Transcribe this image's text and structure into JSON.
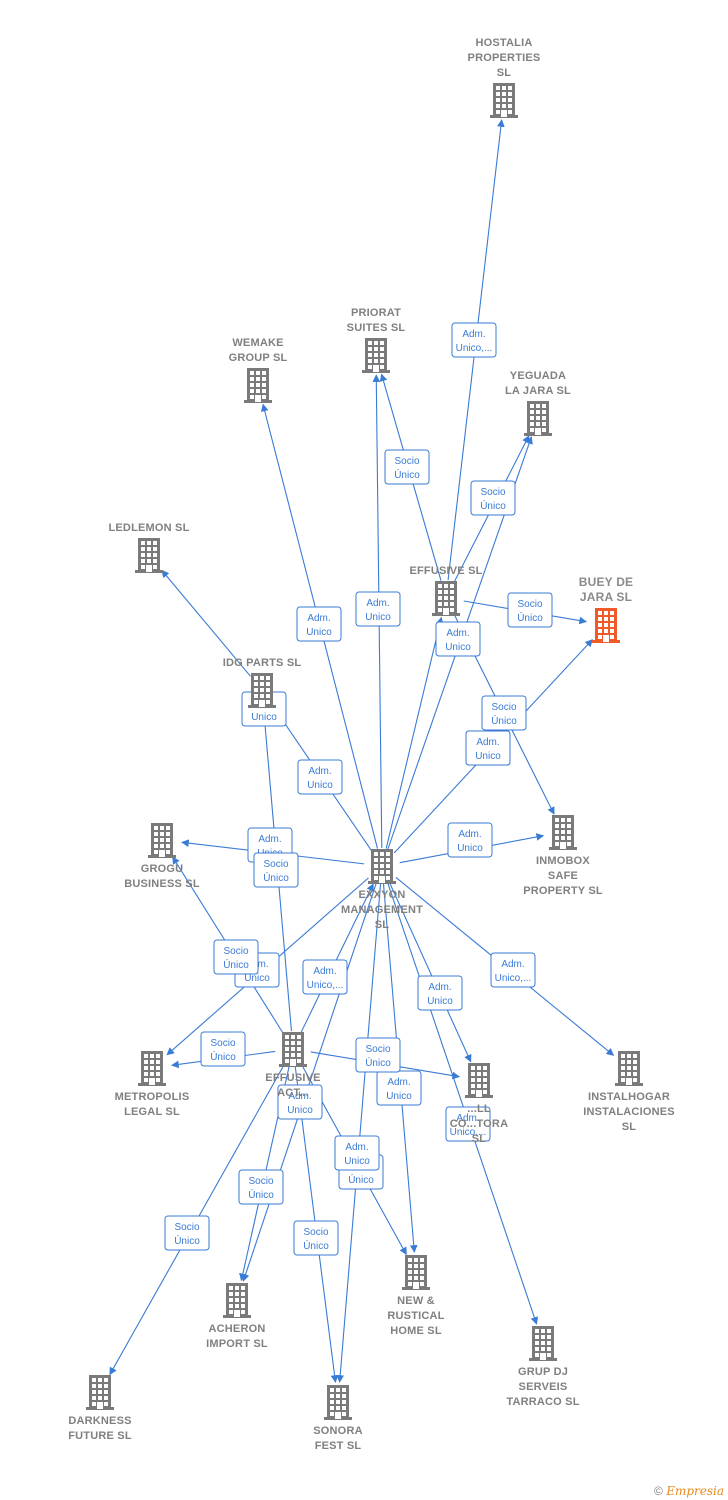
{
  "colors": {
    "edge": "#3a7bd5",
    "node": "#7a7a7a",
    "focus_node": "#f05a28",
    "label": "#808080"
  },
  "nodes": [
    {
      "id": "hostalia",
      "lines": [
        "HOSTALIA",
        "PROPERTIES",
        "SL"
      ],
      "icon": "building-icon"
    },
    {
      "id": "priorat",
      "lines": [
        "PRIORAT",
        "SUITES  SL"
      ],
      "icon": "building-icon"
    },
    {
      "id": "wemake",
      "lines": [
        "WEMAKE",
        "GROUP  SL"
      ],
      "icon": "building-icon"
    },
    {
      "id": "yeguada",
      "lines": [
        "YEGUADA",
        "LA JARA  SL"
      ],
      "icon": "building-icon"
    },
    {
      "id": "ledlemon",
      "lines": [
        "LEDLEMON  SL"
      ],
      "icon": "building-icon"
    },
    {
      "id": "effusive",
      "lines": [
        "EFFUSIVE  SL"
      ],
      "icon": "building-icon"
    },
    {
      "id": "buey",
      "lines": [
        "BUEY DE",
        "JARA  SL"
      ],
      "icon": "building-icon",
      "focus": true
    },
    {
      "id": "idg",
      "lines": [
        "IDG PARTS  SL"
      ],
      "icon": "building-icon"
    },
    {
      "id": "inmobox",
      "lines": [
        "INMOBOX",
        "SAFE",
        "PROPERTY  SL"
      ],
      "icon": "building-icon"
    },
    {
      "id": "grogu",
      "lines": [
        "GROGU",
        "BUSINESS  SL"
      ],
      "icon": "building-icon"
    },
    {
      "id": "exxyon",
      "lines": [
        "EXXYON",
        "MANAGEMENT",
        "SL"
      ],
      "icon": "building-icon"
    },
    {
      "id": "effusive_act",
      "lines": [
        "EFFUSIVE",
        "ACT..."
      ],
      "icon": "building-icon"
    },
    {
      "id": "metropolis",
      "lines": [
        "METROPOLIS",
        "LEGAL  SL"
      ],
      "icon": "building-icon"
    },
    {
      "id": "canal",
      "lines": [
        "...LL",
        "CO...TORA",
        "SL"
      ],
      "icon": "building-icon"
    },
    {
      "id": "instalhogar",
      "lines": [
        "INSTALHOGAR",
        "INSTALACIONES",
        "SL"
      ],
      "icon": "building-icon"
    },
    {
      "id": "new_rustical",
      "lines": [
        "NEW &",
        "RUSTICAL",
        "HOME  SL"
      ],
      "icon": "building-icon"
    },
    {
      "id": "acheron",
      "lines": [
        "ACHERON",
        "IMPORT  SL"
      ],
      "icon": "building-icon"
    },
    {
      "id": "grup_dj",
      "lines": [
        "GRUP DJ",
        "SERVEIS",
        "TARRACO  SL"
      ],
      "icon": "building-icon"
    },
    {
      "id": "darkness",
      "lines": [
        "DARKNESS",
        "FUTURE  SL"
      ],
      "icon": "building-icon"
    },
    {
      "id": "sonora",
      "lines": [
        "SONORA",
        "FEST  SL"
      ],
      "icon": "building-icon"
    }
  ],
  "edges": [
    {
      "from": "effusive",
      "to": "hostalia",
      "label": [
        "Adm.",
        "Unico,..."
      ]
    },
    {
      "from": "effusive",
      "to": "priorat",
      "label": [
        "Socio",
        "Único"
      ]
    },
    {
      "from": "effusive",
      "to": "yeguada",
      "label": [
        "Socio",
        "Único"
      ]
    },
    {
      "from": "effusive",
      "to": "buey",
      "label": [
        "Socio",
        "Único"
      ]
    },
    {
      "from": "effusive",
      "to": "inmobox",
      "label": [
        "Socio",
        "Único"
      ]
    },
    {
      "from": "exxyon",
      "to": "effusive",
      "label": [
        "Adm.",
        "Unico"
      ]
    },
    {
      "from": "exxyon",
      "to": "priorat",
      "label": [
        "Adm.",
        "Unico"
      ]
    },
    {
      "from": "exxyon",
      "to": "wemake",
      "label": [
        "Adm.",
        "Unico"
      ]
    },
    {
      "from": "exxyon",
      "to": "yeguada",
      "label": [
        "Adm.",
        "Unico,..."
      ]
    },
    {
      "from": "exxyon",
      "to": "buey",
      "label": [
        "Adm.",
        "Unico"
      ]
    },
    {
      "from": "exxyon",
      "to": "inmobox",
      "label": [
        "Adm.",
        "Unico"
      ]
    },
    {
      "from": "exxyon",
      "to": "idg",
      "label": [
        "Adm.",
        "Unico"
      ]
    },
    {
      "from": "exxyon",
      "to": "grogu",
      "label": [
        "Adm.",
        "Unico"
      ]
    },
    {
      "from": "exxyon",
      "to": "metropolis",
      "label": [
        "Adm.",
        "Unico"
      ]
    },
    {
      "from": "exxyon",
      "to": "instalhogar",
      "label": [
        "Adm.",
        "Unico,..."
      ]
    },
    {
      "from": "exxyon",
      "to": "canal",
      "label": [
        "Adm.",
        "Unico"
      ]
    },
    {
      "from": "exxyon",
      "to": "new_rustical",
      "label": [
        "Adm.",
        "Unico"
      ]
    },
    {
      "from": "exxyon",
      "to": "sonora",
      "label": [
        "Adm.",
        "Unico"
      ]
    },
    {
      "from": "exxyon",
      "to": "grup_dj",
      "label": [
        "Adm.",
        "Unico,..."
      ]
    },
    {
      "from": "idg",
      "to": "ledlemon",
      "label": [
        "Adm.",
        "Unico"
      ]
    },
    {
      "from": "effusive_act",
      "to": "idg",
      "label": [
        "Socio",
        "Único"
      ]
    },
    {
      "from": "effusive_act",
      "to": "exxyon",
      "label": [
        "Adm.",
        "Unico,..."
      ]
    },
    {
      "from": "effusive_act",
      "to": "grogu",
      "label": [
        "Socio",
        "Único"
      ]
    },
    {
      "from": "effusive_act",
      "to": "metropolis",
      "label": [
        "Socio",
        "Único"
      ]
    },
    {
      "from": "effusive_act",
      "to": "canal",
      "label": [
        "Socio",
        "Único"
      ]
    },
    {
      "from": "effusive_act",
      "to": "new_rustical",
      "label": [
        "Socio",
        "Único"
      ]
    },
    {
      "from": "effusive_act",
      "to": "acheron",
      "label": [
        "Socio",
        "Único"
      ]
    },
    {
      "from": "effusive_act",
      "to": "darkness",
      "label": [
        "Socio",
        "Único"
      ]
    },
    {
      "from": "effusive_act",
      "to": "sonora",
      "label": [
        "Socio",
        "Único"
      ]
    },
    {
      "from": "exxyon",
      "to": "acheron",
      "label": [
        "Adm.",
        "Unico"
      ]
    }
  ],
  "footer": {
    "copyright": "©",
    "brand": "Empresia"
  }
}
